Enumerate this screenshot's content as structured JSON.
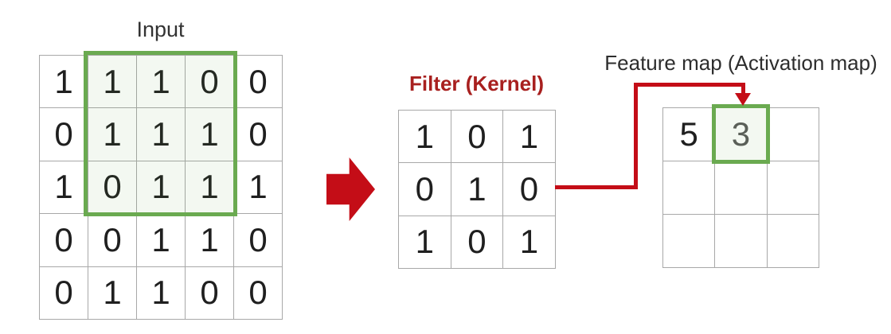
{
  "colors": {
    "red": "#c40d17",
    "red_title": "#a8201f",
    "green": "#6aaa50",
    "green_fill": "rgba(106,170,80,0.08)",
    "grid_line": "#a8a8a8",
    "text": "#1f1f1f"
  },
  "input": {
    "title": "Input",
    "values": [
      [
        1,
        1,
        1,
        0,
        0
      ],
      [
        0,
        1,
        1,
        1,
        0
      ],
      [
        1,
        0,
        1,
        1,
        1
      ],
      [
        0,
        0,
        1,
        1,
        0
      ],
      [
        0,
        1,
        1,
        0,
        0
      ]
    ],
    "highlight_window": {
      "row_start": 0,
      "col_start": 1,
      "rows": 3,
      "cols": 3
    }
  },
  "filter": {
    "title": "Filter (Kernel)",
    "values": [
      [
        1,
        0,
        1
      ],
      [
        0,
        1,
        0
      ],
      [
        1,
        0,
        1
      ]
    ]
  },
  "feature_map": {
    "title": "Feature map (Activation map)",
    "values": [
      [
        "5",
        "3",
        ""
      ],
      [
        "",
        "",
        ""
      ],
      [
        "",
        "",
        ""
      ]
    ],
    "highlight_cell": {
      "row": 0,
      "col": 1
    }
  }
}
